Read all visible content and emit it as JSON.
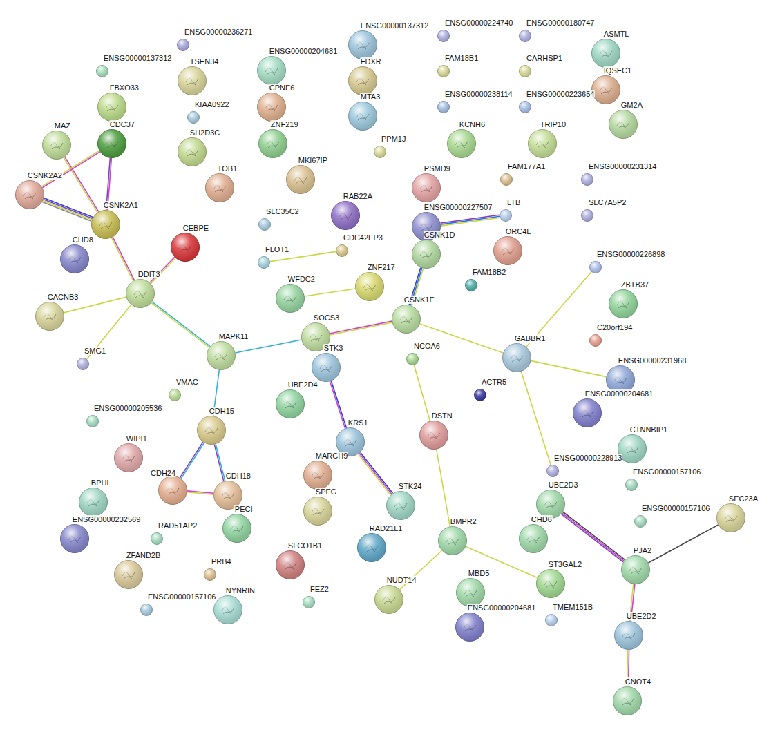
{
  "diagram": {
    "nodes": [
      {
        "text": [
          "ENSG00000236271"
        ]
      },
      {
        "text": [
          "ENSG00000137312"
        ]
      },
      {
        "text": [
          "ENSG00000137312"
        ]
      },
      {
        "text": [
          "ENSG00000224740"
        ]
      },
      {
        "text": [
          "ENSG00000180747"
        ]
      },
      {
        "text": [
          "ASMTL"
        ]
      },
      {
        "text": [
          "TSEN34"
        ]
      },
      {
        "text": [
          "ENSG00000204681"
        ]
      },
      {
        "text": [
          "FDXR"
        ]
      },
      {
        "text": [
          "FAM18B1"
        ]
      },
      {
        "text": [
          "CARHSP1"
        ]
      },
      {
        "text": [
          "IQSEC1"
        ]
      },
      {
        "text": [
          "FBXO33"
        ]
      },
      {
        "text": [
          "CPNE6"
        ]
      },
      {
        "text": [
          "MTA3"
        ]
      },
      {
        "text": [
          "ENSG00000238114"
        ]
      },
      {
        "text": [
          "ENSG00000223654"
        ]
      },
      {
        "text": [
          "GM2A"
        ]
      },
      {
        "text": [
          "KIAA0922"
        ]
      },
      {
        "text": [
          "MAZ"
        ]
      },
      {
        "text": [
          "CDC37"
        ]
      },
      {
        "text": [
          "SH2D3C"
        ]
      },
      {
        "text": [
          "ZNF219"
        ]
      },
      {
        "text": [
          "PPM1J"
        ]
      },
      {
        "text": [
          "KCNH6"
        ]
      },
      {
        "text": [
          "TRIP10"
        ]
      },
      {
        "text": [
          "FAM177A1"
        ]
      },
      {
        "text": [
          "ENSG00000231314"
        ]
      },
      {
        "text": [
          "TOB1"
        ]
      },
      {
        "text": [
          "MKI67IP"
        ]
      },
      {
        "text": [
          "PSMD9"
        ]
      },
      {
        "text": [
          "CSNK2A2"
        ]
      },
      {
        "text": [
          "RAB22A"
        ]
      },
      {
        "text": [
          "SLC35C2"
        ]
      },
      {
        "text": [
          "ENSG00000227507"
        ]
      },
      {
        "text": [
          "LTB"
        ]
      },
      {
        "text": [
          "SLC7A5P2"
        ]
      },
      {
        "text": [
          "CSNK2A1"
        ]
      },
      {
        "text": [
          "CHD8"
        ]
      },
      {
        "text": [
          "CEBPE"
        ]
      },
      {
        "text": [
          "ORC4L"
        ]
      },
      {
        "text": [
          "CSNK1D"
        ]
      },
      {
        "text": [
          "ENSG00000226898"
        ]
      },
      {
        "text": [
          "FLOT1"
        ]
      },
      {
        "text": [
          "CDC42EP3"
        ]
      },
      {
        "text": [
          "FAM18B2"
        ]
      },
      {
        "text": [
          "ZBTB37"
        ]
      },
      {
        "text": [
          "DDIT3"
        ]
      },
      {
        "text": [
          "CACNB3"
        ]
      },
      {
        "text": [
          "WFDC2"
        ]
      },
      {
        "text": [
          "ZNF217"
        ]
      },
      {
        "text": [
          "CSNK1E"
        ]
      },
      {
        "text": [
          "SOCS3"
        ]
      },
      {
        "text": [
          "C20orf194"
        ]
      },
      {
        "text": [
          "SMG1"
        ]
      },
      {
        "text": [
          "MAPK11"
        ]
      },
      {
        "text": [
          "STK3"
        ]
      },
      {
        "text": [
          "NCOA6"
        ]
      },
      {
        "text": [
          "GABBR1"
        ]
      },
      {
        "text": [
          "ACTR5"
        ]
      },
      {
        "text": [
          "ENSG00000231968"
        ]
      },
      {
        "text": [
          "ENSG00000204681"
        ]
      },
      {
        "text": [
          "VMAC"
        ]
      },
      {
        "text": [
          "UBE2D4"
        ]
      },
      {
        "text": [
          "ENSG00000205536"
        ]
      },
      {
        "text": [
          "CDH15"
        ]
      },
      {
        "text": [
          "DSTN"
        ]
      },
      {
        "text": [
          "KRS1"
        ]
      },
      {
        "text": [
          "CTNNBIP1"
        ]
      },
      {
        "text": [
          "WIPI1"
        ]
      },
      {
        "text": [
          "ENSG00000228913"
        ]
      },
      {
        "text": [
          "MARCH9"
        ]
      },
      {
        "text": [
          "ENSG00000157106"
        ]
      },
      {
        "text": [
          "CDH24"
        ]
      },
      {
        "text": [
          "CDH18"
        ]
      },
      {
        "text": [
          "BPHL"
        ]
      },
      {
        "text": [
          "UBE2D3"
        ]
      },
      {
        "text": [
          "SPEG"
        ]
      },
      {
        "text": [
          "STK24"
        ]
      },
      {
        "text": [
          "SEC23A"
        ]
      },
      {
        "text": [
          "ENSG00000157106"
        ]
      },
      {
        "text": [
          "PECI"
        ]
      },
      {
        "text": [
          "RAD51AP2"
        ]
      },
      {
        "text": [
          "CHD6"
        ]
      },
      {
        "text": [
          "ENSG00000232569"
        ]
      },
      {
        "text": [
          "RAD21L1"
        ]
      },
      {
        "text": [
          "BMPR2"
        ]
      },
      {
        "text": [
          "SLCO1B1"
        ]
      },
      {
        "text": [
          "ZFAND2B"
        ]
      },
      {
        "text": [
          "PRB4"
        ]
      },
      {
        "text": [
          "PJA2"
        ]
      },
      {
        "text": [
          "MBD5"
        ]
      },
      {
        "text": [
          "ST3GAL2"
        ]
      },
      {
        "text": [
          "NUDT14"
        ]
      },
      {
        "text": [
          "FEZ2"
        ]
      },
      {
        "text": [
          "ENSG00000157106"
        ]
      },
      {
        "text": [
          "NYNRIN"
        ]
      },
      {
        "text": [
          "ENSG00000204681"
        ]
      },
      {
        "text": [
          "TMEM151B"
        ]
      },
      {
        "text": [
          "UBE2D2"
        ]
      },
      {
        "text": [
          "CNOT4"
        ]
      }
    ],
    "edges": [
      {
        "from": 19,
        "to": 37,
        "arrow": "none"
      },
      {
        "from": 20,
        "to": 37,
        "arrow": "none"
      },
      {
        "from": 31,
        "to": 20,
        "arrow": "none"
      },
      {
        "from": 31,
        "to": 37,
        "arrow": "none"
      },
      {
        "from": 37,
        "to": 47,
        "arrow": "none"
      },
      {
        "from": 47,
        "to": 39,
        "arrow": "none"
      },
      {
        "from": 47,
        "to": 48,
        "arrow": "none"
      },
      {
        "from": 47,
        "to": 54,
        "arrow": "none"
      },
      {
        "from": 47,
        "to": 55,
        "arrow": "none"
      },
      {
        "from": 55,
        "to": 52,
        "arrow": "none"
      },
      {
        "from": 55,
        "to": 65,
        "arrow": "none"
      },
      {
        "from": 65,
        "to": 73,
        "arrow": "none"
      },
      {
        "from": 65,
        "to": 74,
        "arrow": "none"
      },
      {
        "from": 73,
        "to": 74,
        "arrow": "none"
      },
      {
        "from": 52,
        "to": 51,
        "arrow": "none"
      },
      {
        "from": 51,
        "to": 41,
        "arrow": "none"
      },
      {
        "from": 34,
        "to": 35,
        "arrow": "none"
      },
      {
        "from": 43,
        "to": 44,
        "arrow": "none"
      },
      {
        "from": 49,
        "to": 50,
        "arrow": "none"
      },
      {
        "from": 51,
        "to": 58,
        "arrow": "none"
      },
      {
        "from": 58,
        "to": 42,
        "arrow": "none"
      },
      {
        "from": 58,
        "to": 60,
        "arrow": "none"
      },
      {
        "from": 58,
        "to": 70,
        "arrow": "none"
      },
      {
        "from": 56,
        "to": 67,
        "arrow": "none"
      },
      {
        "from": 67,
        "to": 78,
        "arrow": "none"
      },
      {
        "from": 57,
        "to": 66,
        "arrow": "none"
      },
      {
        "from": 66,
        "to": 86,
        "arrow": "none"
      },
      {
        "from": 86,
        "to": 93,
        "arrow": "none"
      },
      {
        "from": 86,
        "to": 92,
        "arrow": "none"
      },
      {
        "from": 76,
        "to": 90,
        "arrow": "none"
      },
      {
        "from": 79,
        "to": 90,
        "arrow": "none"
      },
      {
        "from": 90,
        "to": 99,
        "arrow": "none"
      },
      {
        "from": 99,
        "to": 100,
        "arrow": "none"
      }
    ]
  }
}
